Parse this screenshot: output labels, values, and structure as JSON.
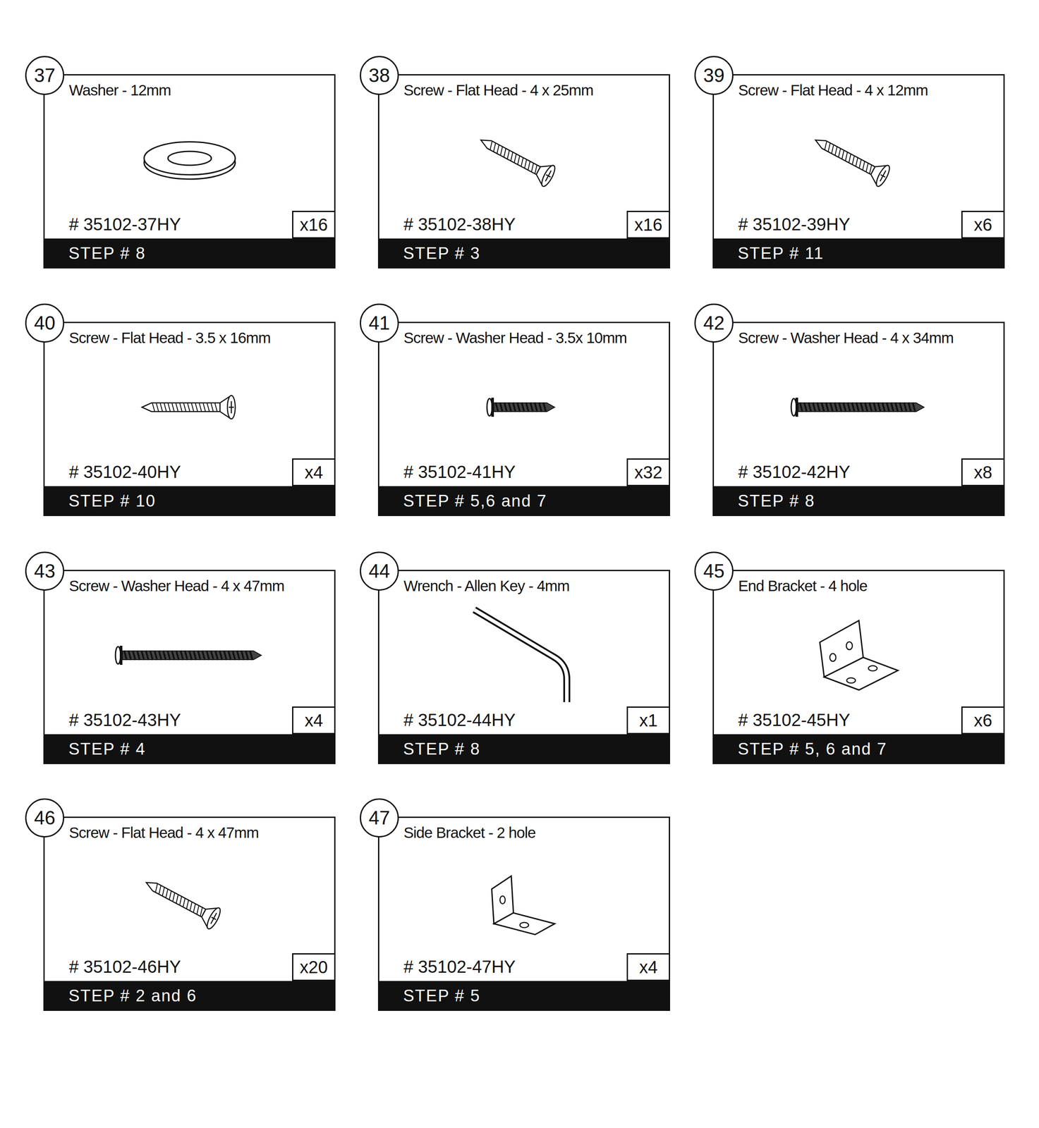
{
  "diagram": {
    "nodes": [
      {
        "text": [
          "Washer - 12mm",
          "# 35102-37HY"
        ]
      },
      {
        "text": [
          "37"
        ],
        "in": 0
      },
      {
        "text": [
          "x16"
        ],
        "in": 0
      },
      {
        "text": [
          "STEP # 8"
        ],
        "in": 0
      },
      {
        "text": [
          "Screw - Flat Head - 4 x 25mm",
          "# 35102-38HY"
        ]
      },
      {
        "text": [
          "38"
        ],
        "in": 4
      },
      {
        "text": [
          "x16"
        ],
        "in": 4
      },
      {
        "text": [
          "STEP # 3"
        ],
        "in": 4
      },
      {
        "text": [
          "Screw - Flat Head - 4 x 12mm",
          "# 35102-39HY"
        ]
      },
      {
        "text": [
          "39"
        ],
        "in": 8
      },
      {
        "text": [
          "x6"
        ],
        "in": 8
      },
      {
        "text": [
          "STEP # 11"
        ],
        "in": 8
      },
      {
        "text": [
          "Screw - Flat  Head - 3.5 x 16mm",
          "# 35102-40HY"
        ]
      },
      {
        "text": [
          "40"
        ],
        "in": 12
      },
      {
        "text": [
          "x4"
        ],
        "in": 12
      },
      {
        "text": [
          "STEP # 10"
        ],
        "in": 12
      },
      {
        "text": [
          "Screw - Washer Head - 3.5x 10mm",
          "# 35102-41HY"
        ]
      },
      {
        "text": [
          "41"
        ],
        "in": 16
      },
      {
        "text": [
          "x32"
        ],
        "in": 16
      },
      {
        "text": [
          "STEP # 5,6 and 7"
        ],
        "in": 16
      },
      {
        "text": [
          "Screw - Washer Head - 4 x 34mm",
          "# 35102-42HY"
        ]
      },
      {
        "text": [
          "42"
        ],
        "in": 20
      },
      {
        "text": [
          "x8"
        ],
        "in": 20
      },
      {
        "text": [
          "STEP # 8"
        ],
        "in": 20
      },
      {
        "text": [
          "Screw -  Washer Head - 4 x 47mm",
          "# 35102-43HY"
        ]
      },
      {
        "text": [
          "43"
        ],
        "in": 24
      },
      {
        "text": [
          "x4"
        ],
        "in": 24
      },
      {
        "text": [
          "STEP # 4"
        ],
        "in": 24
      },
      {
        "text": [
          "Wrench - Allen Key - 4mm",
          "# 35102-44HY"
        ]
      },
      {
        "text": [
          "44"
        ],
        "in": 28
      },
      {
        "text": [
          "x1"
        ],
        "in": 28
      },
      {
        "text": [
          "STEP # 8"
        ],
        "in": 28
      },
      {
        "text": [
          "End Bracket - 4 hole",
          "# 35102-45HY"
        ]
      },
      {
        "text": [
          "45"
        ],
        "in": 32
      },
      {
        "text": [
          "x6"
        ],
        "in": 32
      },
      {
        "text": [
          "STEP # 5, 6 and 7"
        ],
        "in": 32
      },
      {
        "text": [
          "Screw - Flat Head - 4 x 47mm",
          "# 35102-46HY"
        ]
      },
      {
        "text": [
          "46"
        ],
        "in": 36
      },
      {
        "text": [
          "x20"
        ],
        "in": 36
      },
      {
        "text": [
          "STEP # 2 and 6"
        ],
        "in": 36
      },
      {
        "text": [
          "Side Bracket - 2 hole",
          "# 35102-47HY"
        ]
      },
      {
        "text": [
          "47"
        ],
        "in": 40
      },
      {
        "text": [
          "x4"
        ],
        "in": 40
      },
      {
        "text": [
          "STEP # 5"
        ],
        "in": 40
      }
    ]
  }
}
